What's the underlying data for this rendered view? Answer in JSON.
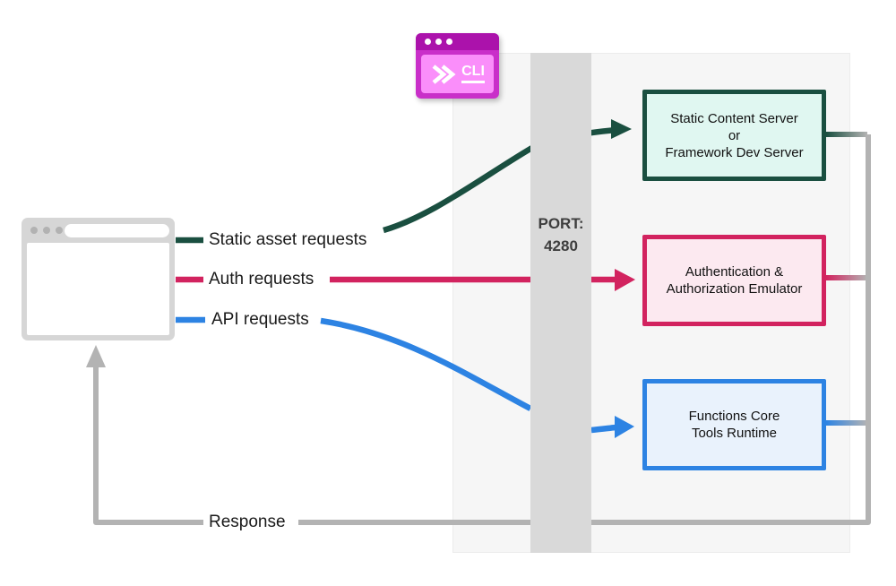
{
  "colors": {
    "green": "#1a4f40",
    "pink": "#d2235f",
    "blue": "#2d83e3",
    "grayline": "#b3b3b3",
    "bar": "#d9d9d9",
    "panel-bg": "#f6f6f6",
    "panel-border": "#ececec",
    "box1-bg": "#e0f7f1",
    "box2-bg": "#fce9f0",
    "box3-bg": "#e9f2fc",
    "cli-frame": "#c92fc9",
    "cli-titlebar": "#ab12ab",
    "cli-inner": "#fa8efa",
    "browser-frame": "#d6d6d6",
    "browser-dots": "#b2b2b2",
    "port-text": "#3d3d3d",
    "label-text": "#1a1a1a"
  },
  "labels": {
    "static": "Static asset requests",
    "auth": "Auth requests",
    "api": "API requests",
    "response": "Response"
  },
  "port": {
    "line1": "PORT:",
    "line2": "4280"
  },
  "cli": {
    "label": "CLI"
  },
  "boxes": [
    {
      "id": "static-content-server",
      "lines": [
        "Static Content Server",
        "or",
        "Framework Dev Server"
      ]
    },
    {
      "id": "auth-emulator",
      "lines": [
        "Authentication &",
        "Authorization Emulator"
      ]
    },
    {
      "id": "functions-runtime",
      "lines": [
        "Functions Core",
        "Tools Runtime"
      ]
    }
  ]
}
